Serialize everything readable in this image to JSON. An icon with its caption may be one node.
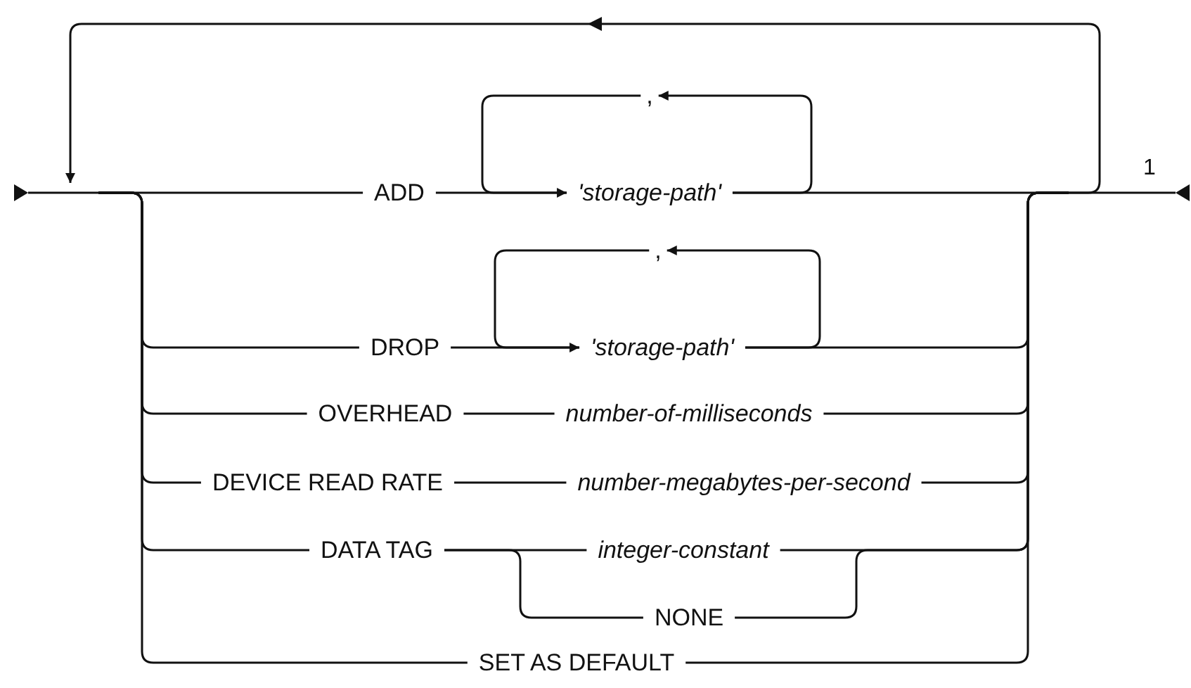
{
  "diagram": {
    "nodes": [
      {
        "text": [
          "ADD"
        ]
      },
      {
        "text": [
          "'storage-path'"
        ]
      },
      {
        "text": [
          ","
        ]
      },
      {
        "text": [
          "DROP"
        ]
      },
      {
        "text": [
          "'storage-path'"
        ]
      },
      {
        "text": [
          ","
        ]
      },
      {
        "text": [
          "OVERHEAD"
        ]
      },
      {
        "text": [
          "number-of-milliseconds"
        ]
      },
      {
        "text": [
          "DEVICE READ RATE"
        ]
      },
      {
        "text": [
          "number-megabytes-per-second"
        ]
      },
      {
        "text": [
          "DATA TAG"
        ]
      },
      {
        "text": [
          "integer-constant"
        ]
      },
      {
        "text": [
          "NONE"
        ]
      },
      {
        "text": [
          "SET AS DEFAULT"
        ]
      },
      {
        "text": [],
        "shape": "triangle"
      },
      {
        "text": [],
        "shape": "triangle",
        "beside": [
          "1"
        ]
      }
    ],
    "edges": [
      {
        "from": 14,
        "to": 0,
        "arrow": "none"
      },
      {
        "from": 0,
        "to": 1,
        "arrow": "none"
      },
      {
        "from": 1,
        "to": 2,
        "arrow": "to"
      },
      {
        "from": 2,
        "to": 1,
        "arrow": "to"
      },
      {
        "from": 1,
        "to": 15,
        "arrow": "none"
      },
      {
        "from": 14,
        "to": 3,
        "arrow": "none"
      },
      {
        "from": 3,
        "to": 4,
        "arrow": "none"
      },
      {
        "from": 4,
        "to": 5,
        "arrow": "to"
      },
      {
        "from": 5,
        "to": 4,
        "arrow": "to"
      },
      {
        "from": 4,
        "to": 15,
        "arrow": "none"
      },
      {
        "from": 14,
        "to": 6,
        "arrow": "none"
      },
      {
        "from": 6,
        "to": 7,
        "arrow": "none"
      },
      {
        "from": 7,
        "to": 15,
        "arrow": "none"
      },
      {
        "from": 14,
        "to": 8,
        "arrow": "none"
      },
      {
        "from": 8,
        "to": 9,
        "arrow": "none"
      },
      {
        "from": 9,
        "to": 15,
        "arrow": "none"
      },
      {
        "from": 14,
        "to": 10,
        "arrow": "none"
      },
      {
        "from": 10,
        "to": 11,
        "arrow": "none"
      },
      {
        "from": 10,
        "to": 12,
        "arrow": "none"
      },
      {
        "from": 11,
        "to": 15,
        "arrow": "none"
      },
      {
        "from": 12,
        "to": 15,
        "arrow": "none"
      },
      {
        "from": 14,
        "to": 13,
        "arrow": "none"
      },
      {
        "from": 13,
        "to": 15,
        "arrow": "none"
      }
    ]
  }
}
